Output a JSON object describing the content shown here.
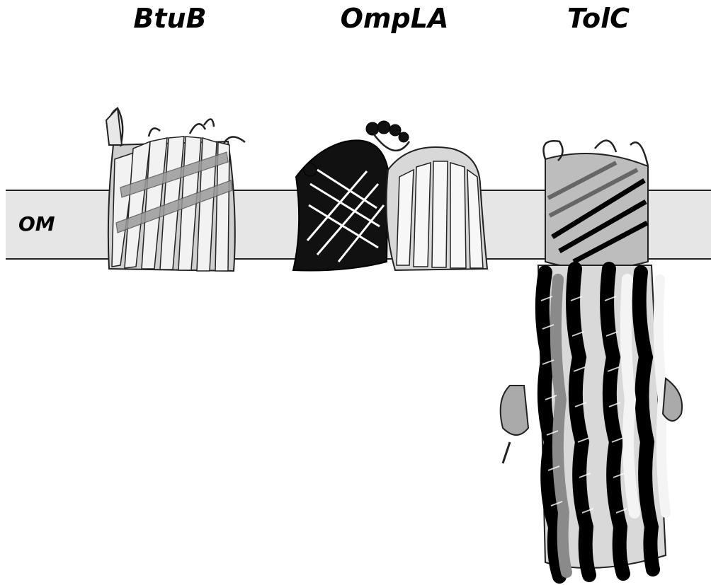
{
  "proteins": [
    {
      "name": "BtuB"
    },
    {
      "name": "OmpLA"
    },
    {
      "name": "TolC"
    }
  ],
  "membrane": {
    "label": "OM",
    "fill": "#e6e6e6",
    "border": "#222222"
  },
  "colors": {
    "dark_subunit": "#000000",
    "mid_subunit": "#8a8a8a",
    "light_subunit": "#ffffff",
    "outline": "#1a1a1a"
  }
}
